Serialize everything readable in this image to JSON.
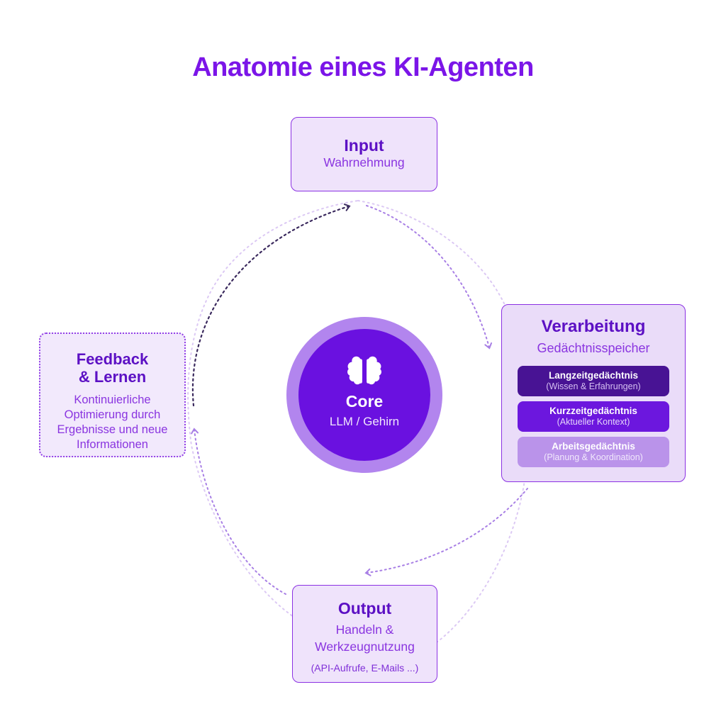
{
  "title": "Anatomie eines KI-Agenten",
  "colors": {
    "accent": "#7B15E8",
    "heading_text": "#5C10C4",
    "body_text": "#8A35E0",
    "box_border": "#8B31E3",
    "box_fill": "#EFE3FB",
    "core_ring": "#B285EE",
    "core_fill": "#6A11E0",
    "arrow_light": "#A87FE5",
    "arrow_dark": "#3B2A5E",
    "loop_dotted": "#DCC9F4"
  },
  "nodes": {
    "input": {
      "title": "Input",
      "subtitle": "Wahrnehmung"
    },
    "processing": {
      "title": "Verarbeitung",
      "subtitle": "Gedächtnisspeicher",
      "memories": [
        {
          "label": "Langzeitgedächtnis",
          "sublabel": "(Wissen & Erfahrungen)",
          "bg": "#481394",
          "sub_color": "#D5BFF2"
        },
        {
          "label": "Kurzzeitgedächtnis",
          "sublabel": "(Aktueller Kontext)",
          "bg": "#6C17DE",
          "sub_color": "#E4D4FA"
        },
        {
          "label": "Arbeitsgedächtnis",
          "sublabel": "(Planung & Koordination)",
          "bg": "#BA93EA",
          "sub_color": "#F1E8FC"
        }
      ]
    },
    "core": {
      "title": "Core",
      "subtitle": "LLM / Gehirn",
      "icon": "brain-icon"
    },
    "feedback": {
      "title": "Feedback\n& Lernen",
      "body": "Kontinuierliche\nOptimierung durch\nErgebnisse und neue\nInformationen"
    },
    "output": {
      "title": "Output",
      "subtitle": "Handeln &\nWerkzeugnutzung",
      "note": "(API-Aufrufe, E-Mails ...)"
    }
  }
}
